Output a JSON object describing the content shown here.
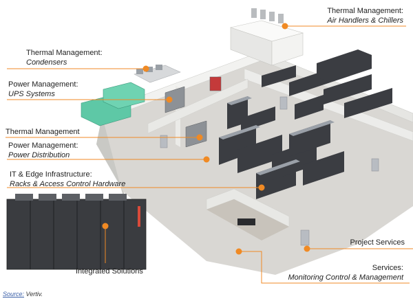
{
  "labels": {
    "air_handlers": {
      "title": "Thermal Management:",
      "subtitle": "Air Handlers & Chillers"
    },
    "condensers": {
      "title": "Thermal Management:",
      "subtitle": "Condensers"
    },
    "ups": {
      "title": "Power Management:",
      "subtitle": "UPS Systems"
    },
    "thermal": {
      "title": "Thermal Management"
    },
    "power_dist": {
      "title": "Power Management:",
      "subtitle": "Power Distribution"
    },
    "racks": {
      "title": "IT & Edge Infrastructure:",
      "subtitle": "Racks & Access Control Hardware"
    },
    "integrated": {
      "title": "Integrated Solutions"
    },
    "project": {
      "title": "Project Services"
    },
    "services": {
      "title": "Services:",
      "subtitle": "Monitoring Control & Management"
    }
  },
  "source": {
    "label": "Source:",
    "value": "Vertiv."
  },
  "colors": {
    "callout": "#f08a24",
    "rack": "#3b3d42",
    "rack_light": "#9aa0a8",
    "ups": "#5ec8a6",
    "floor": "#d8d6d2",
    "wall": "#eeeeec"
  }
}
